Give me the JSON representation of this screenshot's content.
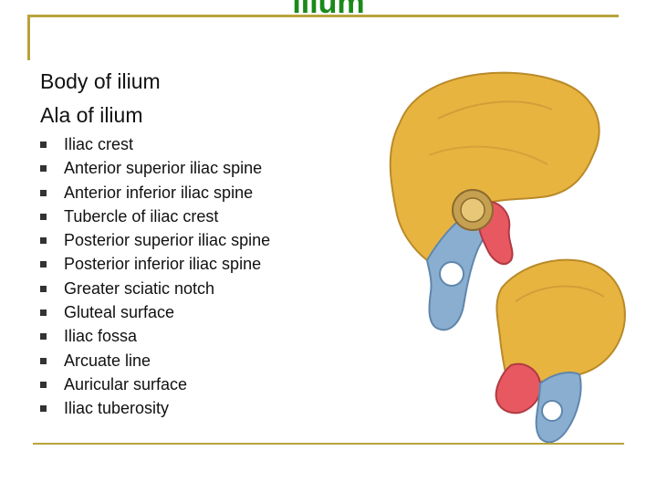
{
  "title": "ilium",
  "headings": [
    "Body of ilium",
    "Ala of ilium"
  ],
  "bullets": [
    "Iliac crest",
    "Anterior superior iliac spine",
    "Anterior inferior iliac spine",
    "Tubercle of iliac crest",
    "Posterior superior iliac spine",
    "Posterior inferior iliac spine",
    "Greater sciatic notch",
    "Gluteal surface",
    "Iliac fossa",
    "Arcuate line",
    "Auricular surface",
    "Iliac tuberosity"
  ],
  "colors": {
    "title": "#1a8a1a",
    "rule": "#b8a33a",
    "ilium_yellow": "#e8b440",
    "ischium_blue": "#8aaed0",
    "pubis_red": "#e85860"
  }
}
